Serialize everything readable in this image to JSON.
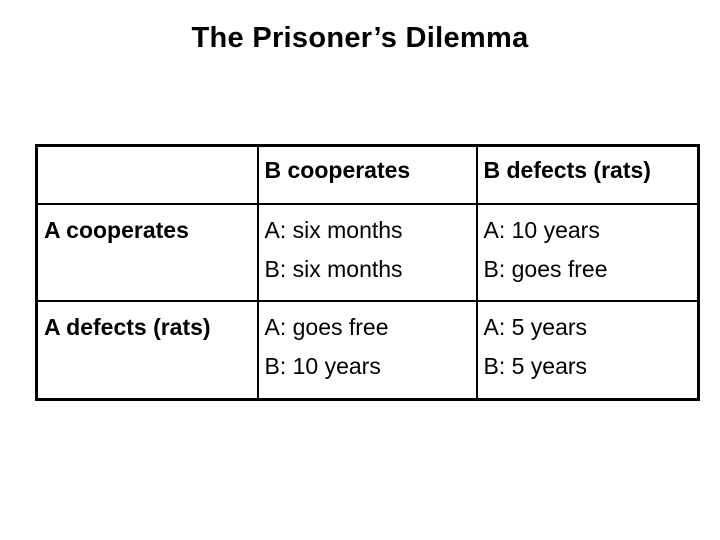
{
  "slide": {
    "title": "The Prisoner’s Dilemma",
    "background_color": "#ffffff",
    "text_color": "#000000",
    "border_color": "#000000"
  },
  "payoff_table": {
    "corner_label": "",
    "column_headers": [
      "B cooperates",
      "B defects (rats)"
    ],
    "rows": [
      {
        "label": "A cooperates",
        "cells": [
          {
            "line1": "A: six months",
            "line2": "B: six months"
          },
          {
            "line1": "A: 10 years",
            "line2": "B: goes free"
          }
        ]
      },
      {
        "label": "A defects (rats)",
        "cells": [
          {
            "line1": "A: goes free",
            "line2": "B: 10 years"
          },
          {
            "line1": "A: 5 years",
            "line2": "B: 5 years"
          }
        ]
      }
    ]
  }
}
